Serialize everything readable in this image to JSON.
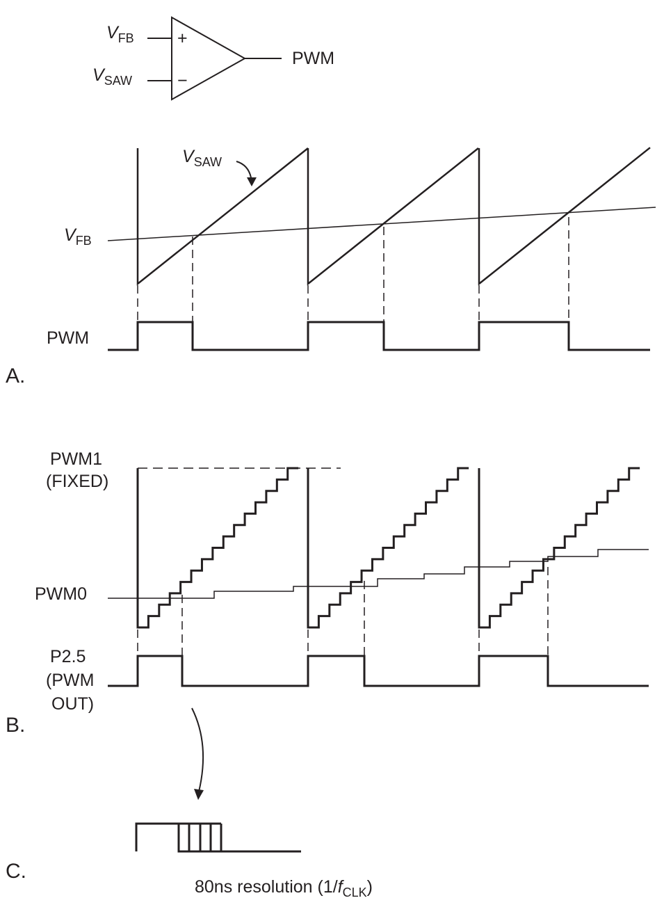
{
  "opamp": {
    "plus_input": {
      "var": "V",
      "sub": "FB"
    },
    "minus_input": {
      "var": "V",
      "sub": "SAW"
    },
    "plus_sign": "+",
    "minus_sign": "−",
    "output": "PWM"
  },
  "panel_a": {
    "label": "A.",
    "vsaw": {
      "var": "V",
      "sub": "SAW"
    },
    "vfb": {
      "var": "V",
      "sub": "FB"
    },
    "pwm": "PWM"
  },
  "panel_b": {
    "label": "B.",
    "pwm1": "PWM1",
    "pwm1_sub": "(FIXED)",
    "pwm0": "PWM0",
    "out_lines": [
      "P2.5",
      "(PWM",
      "OUT)"
    ],
    "steps_per_cycle": 15
  },
  "panel_c": {
    "label": "C.",
    "caption_pre": "80ns resolution (1/",
    "caption_var": "f",
    "caption_sub": "CLK",
    "caption_post": ")"
  },
  "colors": {
    "ink": "#231f20"
  }
}
